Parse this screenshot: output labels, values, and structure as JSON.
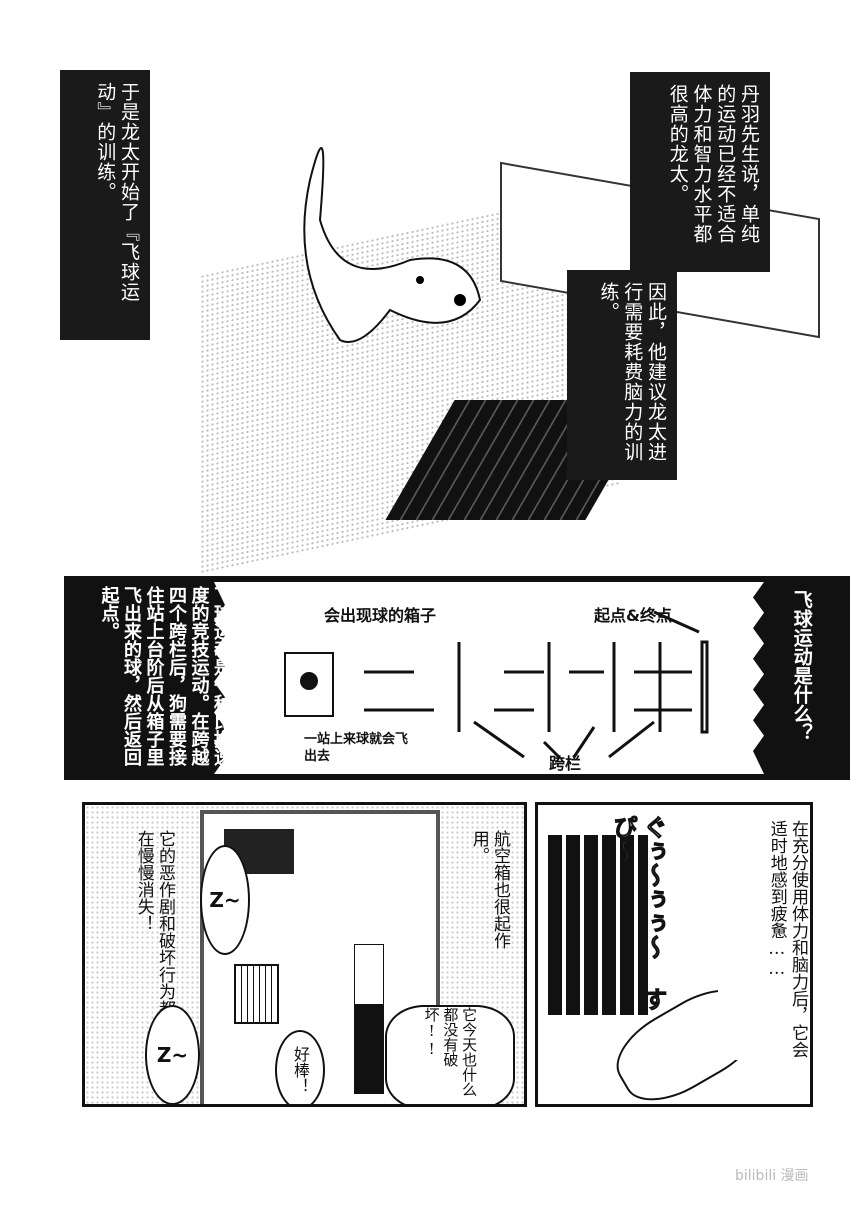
{
  "top_panel": {
    "caption_left": "于是龙太开始了『飞球运动』的训练。",
    "caption_right_1": "丹羽先生说，单纯的运动已经不适合体力和智力水平都很高的龙太。",
    "caption_right_2": "因此，他建议龙太进行需要耗费脑力的训练。"
  },
  "diagram_panel": {
    "title": "飞球运动是什么？",
    "explanation": "飞球运动是一种比拼速度的竞技运动。在跨越四个跨栏后，狗需要接住站上台阶后从箱子里飞出来的球，然后返回起点。",
    "label_box": "会出现球的箱子",
    "label_start_end": "起点&终点",
    "label_step": "一站上来球就会飞出去",
    "label_hurdles": "跨栏"
  },
  "bottom_left_panel": {
    "caption": "它的恶作剧和破坏行为都在慢慢消失！",
    "caption_2": "航空箱也很起作用。",
    "snore_1": "Z~",
    "snore_2": "Z~",
    "speech_1": "好棒！",
    "speech_2": "它今天也什么都没有破坏!!"
  },
  "bottom_right_panel": {
    "caption": "在充分使用体力和脑力后，它会适时地感到疲惫……",
    "sfx": "ぐぅ～ぅぅ～ すぴ～"
  },
  "watermark": "bilibili 漫画"
}
